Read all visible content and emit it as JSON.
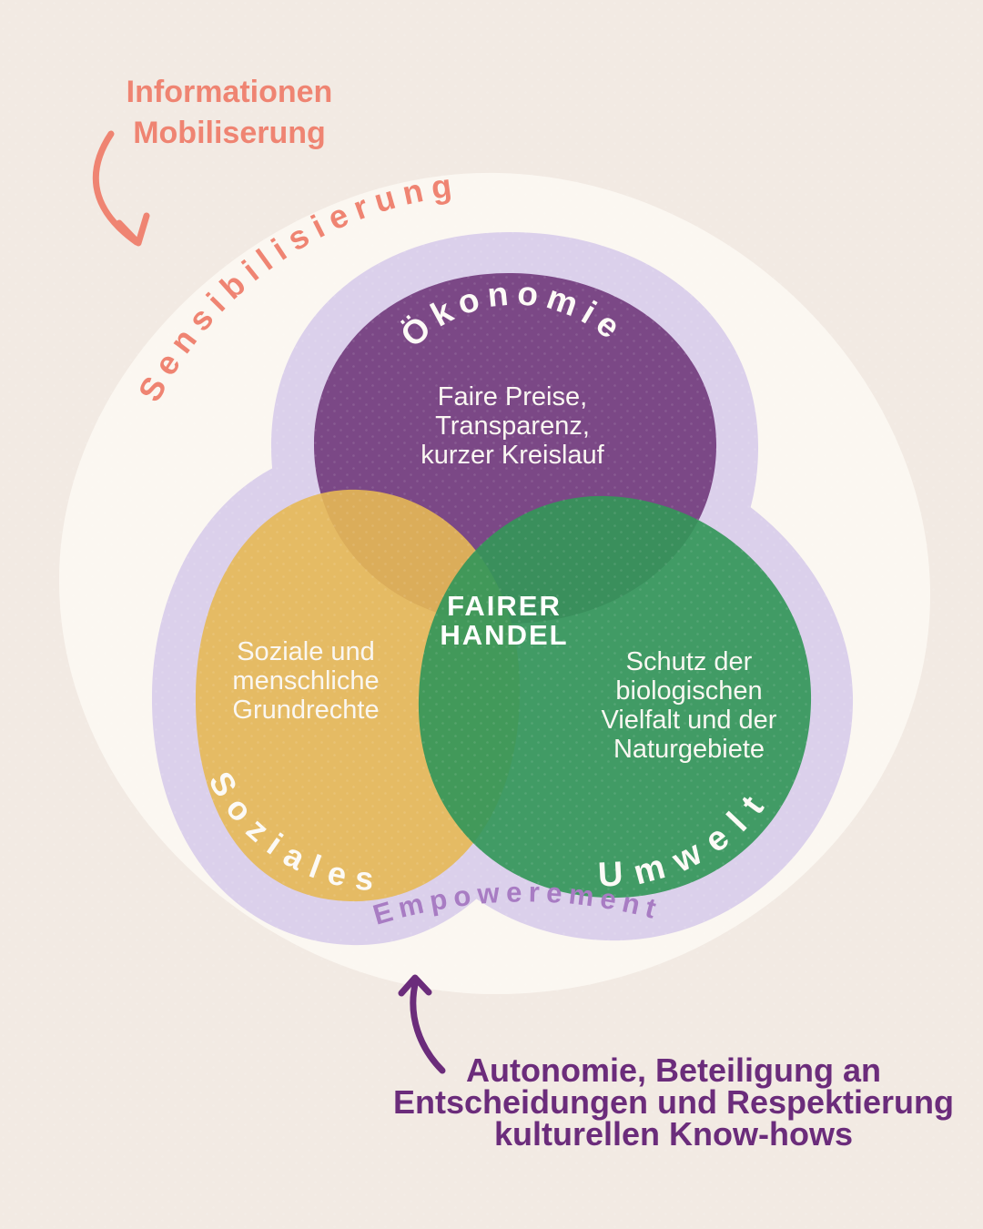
{
  "poster": {
    "kind": "venn-infographic",
    "center": {
      "lines": [
        "FAIRER",
        "HANDEL"
      ]
    },
    "circles": {
      "okonomie": {
        "label": "Ökonomie",
        "desc_lines": [
          "Faire Preise,",
          "Transparenz,",
          "kurzer Kreislauf"
        ],
        "color": "#7B4886"
      },
      "soziales": {
        "label": "Soziales",
        "desc_lines": [
          "Soziale und",
          "menschliche",
          "Grundrechte"
        ],
        "color": "#E6B855"
      },
      "umwelt": {
        "label": "Umwelt",
        "desc_lines": [
          "Schutz der",
          "biologischen",
          "Vielfalt und der",
          "Naturgebiete"
        ],
        "color": "#349659"
      }
    },
    "annotations": {
      "top_left_lines": [
        "Informationen",
        "Mobiliserung"
      ],
      "sensibilisierung": "Sensibilisierung",
      "empowerement": "Empowerement",
      "bottom_lines": [
        "Autonomie, Beteiligung an",
        "Entscheidungen und Respektierung",
        "kulturellen Know-hows"
      ]
    },
    "colors": {
      "background": "#F2EAE3",
      "outer_blob": "#FBF7F1",
      "ring": "#DBD0EB",
      "salmon_accent": "#EF8472",
      "empowerment_text": "#A87CC3",
      "dark_purple_text": "#6B2C7B",
      "white_text": "#FFFFFF"
    }
  }
}
